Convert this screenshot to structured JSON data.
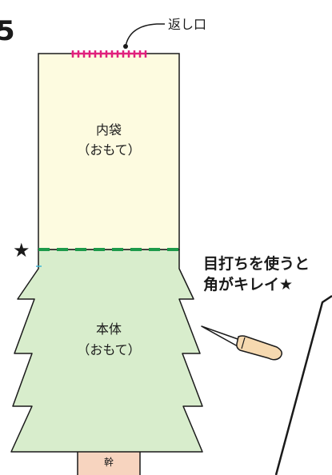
{
  "step_number": "5",
  "labels": {
    "opening": "返し口",
    "lining_title": "内袋",
    "lining_side": "（おもて）",
    "body_title": "本体",
    "body_side": "（おもて）",
    "trunk": "幹",
    "star": "★",
    "tip_line1": "目打ちを使うと",
    "tip_line2": "角がキレイ★"
  },
  "colors": {
    "lining_fill": "#fdfbe0",
    "body_fill": "#d8edcc",
    "trunk_fill": "#f7d4bf",
    "stitch_magenta": "#e0217c",
    "dashed_green": "#1d9a4a",
    "outline": "#1a1a1a",
    "awl_handle": "#f6d9b0",
    "awl_tip": "#ffffff"
  },
  "icons": [
    "star-icon",
    "awl-icon"
  ]
}
